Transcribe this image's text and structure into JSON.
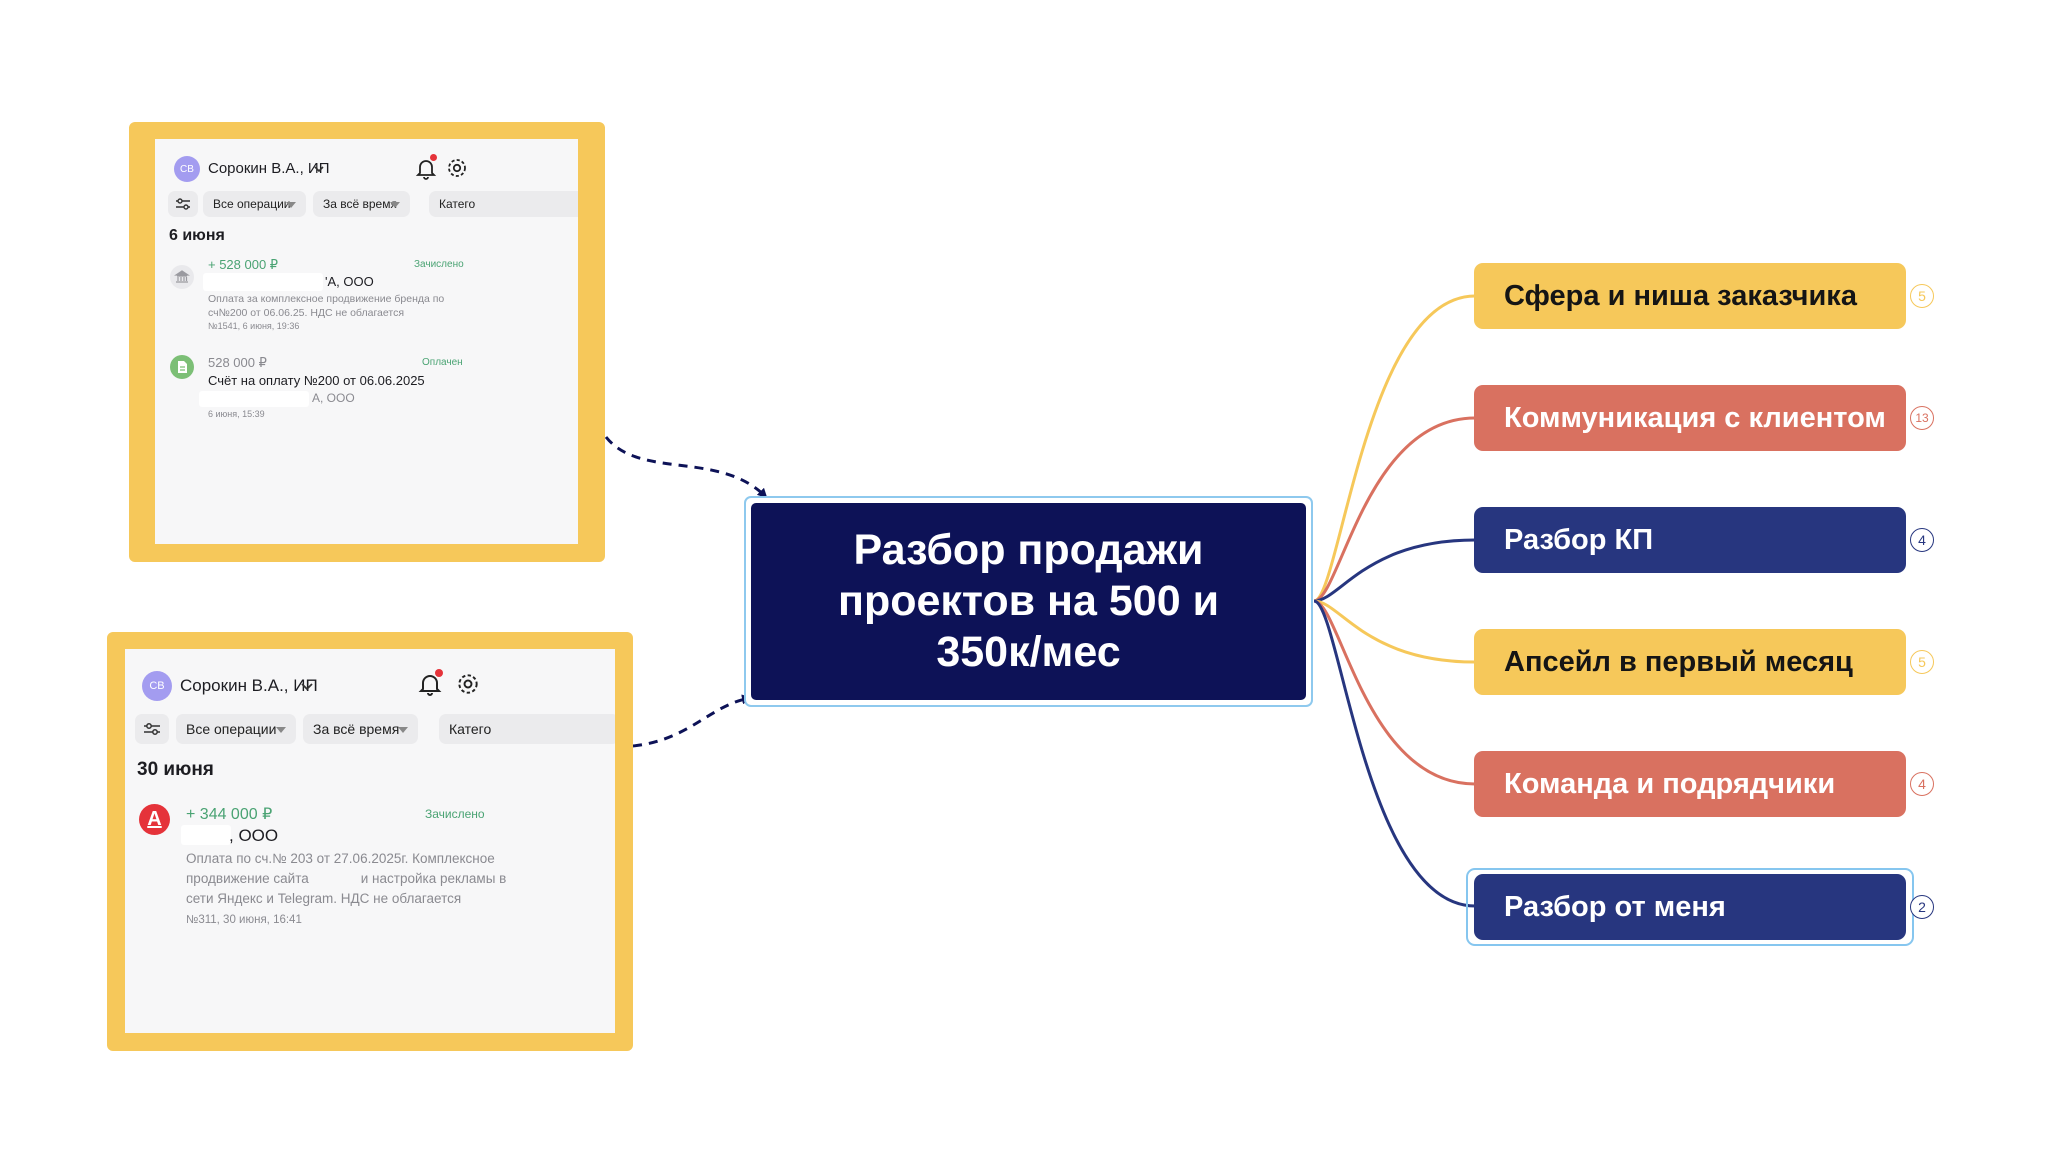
{
  "center": {
    "title": "Разбор продажи проектов на 500 и 350к/мес"
  },
  "branches": [
    {
      "label": "Сфера и ниша заказчика",
      "count": "5",
      "color": "#f6c85a",
      "kind": "yellow"
    },
    {
      "label": "Коммуникация с клиентом",
      "count": "13",
      "color": "#d97160",
      "kind": "coral"
    },
    {
      "label": "Разбор КП",
      "count": "4",
      "color": "#27367f",
      "kind": "navy"
    },
    {
      "label": "Апсейл в первый месяц",
      "count": "5",
      "color": "#f6c85a",
      "kind": "yellow"
    },
    {
      "label": "Команда и подрядчики",
      "count": "4",
      "color": "#d97160",
      "kind": "coral"
    },
    {
      "label": "Разбор от меня",
      "count": "2",
      "color": "#27367f",
      "kind": "navy",
      "selected": true
    }
  ],
  "cards": [
    {
      "avatar": "СВ",
      "account": "Сорокин В.А., ИП",
      "filters": [
        "Все операции",
        "За всё время",
        "Катего"
      ],
      "date": "6 июня",
      "transactions": [
        {
          "icon": "bank-icon",
          "amount": "+ 528 000 ₽",
          "status": "Зачислено",
          "counterparty": "'А, ООО",
          "description_lines": [
            "Оплата за комплексное продвижение бренда по",
            "сч№200 от 06.06.25. НДС не облагается"
          ],
          "meta": "№1541, 6 июня, 19:36"
        },
        {
          "icon": "invoice-icon",
          "amount": "528 000 ₽",
          "status": "Оплачен",
          "title": "Счёт на оплату №200 от 06.06.2025",
          "counterparty": "А, ООО",
          "meta": "6 июня, 15:39"
        }
      ]
    },
    {
      "avatar": "СВ",
      "account": "Сорокин В.А., ИП",
      "filters": [
        "Все операции",
        "За всё время",
        "Катего"
      ],
      "date": "30 июня",
      "transactions": [
        {
          "icon": "alfa-bank-icon",
          "icon_letter": "А",
          "amount": "+ 344 000 ₽",
          "status": "Зачислено",
          "counterparty": ", ООО",
          "description_lines": [
            "Оплата по сч.№ 203 от 27.06.2025г. Комплексное",
            "продвижение сайта",
            "и настройка рекламы в",
            "сети Яндекс и Telegram. НДС не облагается"
          ],
          "meta": "№311, 30 июня, 16:41"
        }
      ]
    }
  ],
  "colors": {
    "card_frame": "#f6c85a",
    "center_bg": "#0d1257",
    "center_border": "#8ec9ee",
    "income_green": "#4aa373",
    "link_dashed": "#0d1257"
  }
}
